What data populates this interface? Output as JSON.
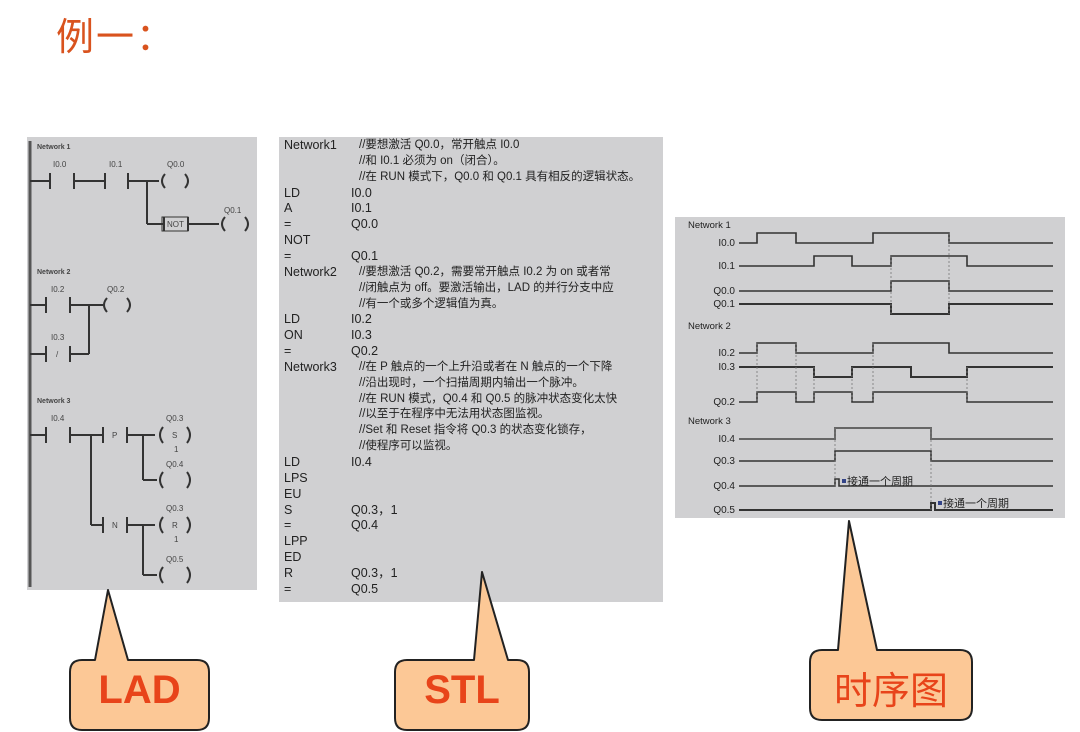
{
  "title": "例一：",
  "lad": {
    "networks": [
      {
        "label": "Network 1",
        "contacts": [
          "I0.0",
          "I0.1"
        ],
        "coils": [
          "Q0.0",
          "Q0.1"
        ],
        "not_label": "NOT"
      },
      {
        "label": "Network 2",
        "contacts": [
          "I0.2",
          "I0.3"
        ],
        "nc_symbol": "/",
        "coils": [
          "Q0.2"
        ]
      },
      {
        "label": "Network 3",
        "contacts": [
          "I0.4"
        ],
        "p_label": "P",
        "n_label": "N",
        "coils": [
          "Q0.3",
          "Q0.4",
          "Q0.3",
          "Q0.5"
        ],
        "set_label": "S",
        "reset_label": "R",
        "count": "1"
      }
    ]
  },
  "stl": {
    "rows": [
      {
        "op": "Network1",
        "cmt": "//要想激活 Q0.0，常开触点 I0.0"
      },
      {
        "op": "",
        "cmt": "//和 I0.1 必须为 on（闭合）。"
      },
      {
        "op": "",
        "cmt": "//在 RUN 模式下，Q0.0 和 Q0.1 具有相反的逻辑状态。"
      },
      {
        "op": "LD",
        "arg": "I0.0"
      },
      {
        "op": "A",
        "arg": "I0.1"
      },
      {
        "op": "=",
        "arg": "Q0.0"
      },
      {
        "op": "NOT",
        "arg": ""
      },
      {
        "op": "=",
        "arg": "Q0.1"
      },
      {
        "op": "Network2",
        "cmt": "//要想激活 Q0.2，需要常开触点 I0.2 为 on 或者常"
      },
      {
        "op": "",
        "cmt": "//闭触点为 off。要激活输出，LAD 的并行分支中应"
      },
      {
        "op": "",
        "cmt": "//有一个或多个逻辑值为真。"
      },
      {
        "op": "LD",
        "arg": "I0.2"
      },
      {
        "op": "ON",
        "arg": "I0.3"
      },
      {
        "op": "=",
        "arg": "Q0.2"
      },
      {
        "op": "Network3",
        "cmt": "//在 P 触点的一个上升沿或者在 N 触点的一个下降"
      },
      {
        "op": "",
        "cmt": "//沿出现时，一个扫描周期内输出一个脉冲。"
      },
      {
        "op": "",
        "cmt": "//在 RUN 模式，Q0.4 和 Q0.5 的脉冲状态变化太快"
      },
      {
        "op": "",
        "cmt": "//以至于在程序中无法用状态图监视。"
      },
      {
        "op": "",
        "cmt": "//Set 和 Reset 指令将 Q0.3 的状态变化锁存，"
      },
      {
        "op": "",
        "cmt": "//使程序可以监视。"
      },
      {
        "op": "LD",
        "arg": "I0.4"
      },
      {
        "op": "LPS",
        "arg": ""
      },
      {
        "op": "EU",
        "arg": ""
      },
      {
        "op": "S",
        "arg": "Q0.3，1"
      },
      {
        "op": "=",
        "arg": "Q0.4"
      },
      {
        "op": "LPP",
        "arg": ""
      },
      {
        "op": "ED",
        "arg": ""
      },
      {
        "op": "R",
        "arg": "Q0.3，1"
      },
      {
        "op": "=",
        "arg": "Q0.5"
      }
    ]
  },
  "timing": {
    "networks": [
      {
        "label": "Network 1",
        "signals": [
          "I0.0",
          "I0.1",
          "Q0.0",
          "Q0.1"
        ]
      },
      {
        "label": "Network 2",
        "signals": [
          "I0.2",
          "I0.3",
          "Q0.2"
        ]
      },
      {
        "label": "Network 3",
        "signals": [
          "I0.4",
          "Q0.3",
          "Q0.4",
          "Q0.5"
        ]
      }
    ],
    "annotation_q04": "接通一个周期",
    "annotation_q05": "接通一个周期"
  },
  "callouts": {
    "lad": "LAD",
    "stl": "STL",
    "timing": "时序图"
  },
  "colors": {
    "title": "#d9531e",
    "panel_bg": "#d0d0d2",
    "callout_fill": "#fcc896",
    "callout_text": "#e8441a"
  }
}
